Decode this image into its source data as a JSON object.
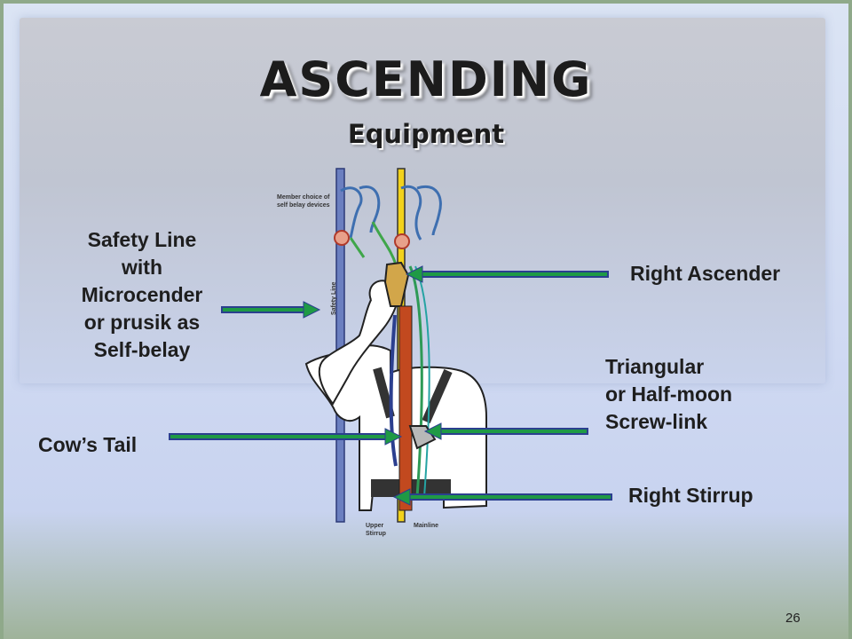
{
  "title": "ASCENDING",
  "subtitle": "Equipment",
  "labels": {
    "safety_line": [
      "Safety Line",
      "with",
      "Microcender",
      "or prusik as",
      "Self-belay"
    ],
    "right_ascender": "Right Ascender",
    "triangular": [
      "Triangular",
      "or Half-moon",
      "Screw-link"
    ],
    "cows_tail": "Cow’s Tail",
    "right_stirrup": "Right Stirrup"
  },
  "figure_text": {
    "member_choice": [
      "Member choice of",
      "self belay devices"
    ],
    "safety_line": "Safety Line",
    "upper_stirrup": [
      "Upper",
      "Stirrup"
    ],
    "mainline": "Mainline"
  },
  "page_number": "26",
  "colors": {
    "arrow_body": "#1f9a45",
    "arrow_outline": "#2b3f8f",
    "safety_rope": "#6b7fc0",
    "main_rope": "#f2d21b"
  }
}
